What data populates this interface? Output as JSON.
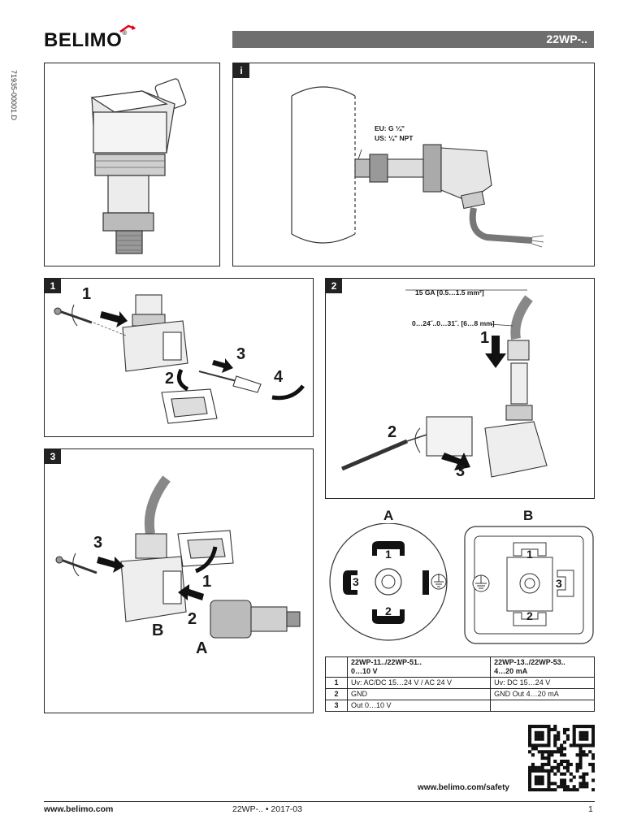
{
  "header": {
    "brand": "BELIMO",
    "registered_mark": "®",
    "title": "22WP-.."
  },
  "doc_number": "71935-00001.D",
  "panel_info": {
    "tag": "i",
    "thread_eu": "EU: G ¼\"",
    "thread_us": "US: ¼\" NPT"
  },
  "panel_1": {
    "tag": "1",
    "steps": [
      "1",
      "2",
      "3",
      "4"
    ]
  },
  "panel_2": {
    "tag": "2",
    "wire_gauge": "15 GA [0.5…1.5 mm²]",
    "cable_diameter": "0…24˝..0…31˝. [6…8 mm]",
    "steps": [
      "1",
      "2",
      "3"
    ]
  },
  "panel_3": {
    "tag": "3",
    "steps": [
      "3",
      "1",
      "2"
    ],
    "label_b": "B",
    "label_a": "A"
  },
  "connectors": {
    "a": {
      "label": "A",
      "pins": [
        "1",
        "2",
        "3"
      ]
    },
    "b": {
      "label": "B",
      "pins": [
        "1",
        "2",
        "3"
      ]
    }
  },
  "pin_table": {
    "headers": [
      "",
      "22WP-11../22WP-51..\n0…10 V",
      "22WP-13../22WP-53..\n4…20 mA"
    ],
    "header_line1": [
      "22WP-11../22WP-51..",
      "22WP-13../22WP-53.."
    ],
    "header_line2": [
      "0…10 V",
      "4…20 mA"
    ],
    "rows": [
      {
        "pin": "1",
        "v": "Uv: AC/DC 15…24 V / AC 24 V",
        "ma": "Uv: DC 15…24 V"
      },
      {
        "pin": "2",
        "v": "GND",
        "ma": "GND Out 4…20 mA"
      },
      {
        "pin": "3",
        "v": "Out 0…10 V",
        "ma": ""
      }
    ]
  },
  "safety_url": "www.belimo.com/safety",
  "footer": {
    "website": "www.belimo.com",
    "doc_ref": "22WP-.. • 2017-03",
    "page": "1"
  }
}
